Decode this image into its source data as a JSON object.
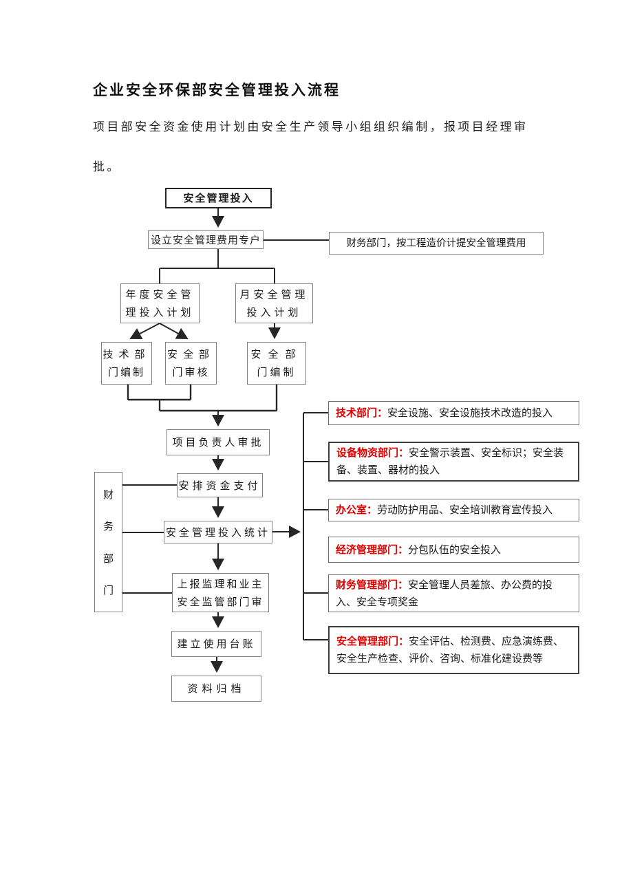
{
  "page": {
    "title": "企业安全环保部安全管理投入流程",
    "intro_line1": "项目部安全资金使用计划由安全生产领导小组组织编制，报项目经理审",
    "intro_line2": "批。"
  },
  "flowchart": {
    "nodes": {
      "start": "安全管理投入",
      "setup_account": "设立安全管理费用专户",
      "finance_note": "财务部门，按工程造价计提安全管理费用",
      "annual_plan_l1": "年度安全管",
      "annual_plan_l2": "理投入计划",
      "monthly_plan_l1": "月安全管理",
      "monthly_plan_l2": "投入计划",
      "tech_prepare_l1": "技术部",
      "tech_prepare_l2": "门编制",
      "safety_review_l1": "安全部",
      "safety_review_l2": "门审核",
      "safety_prepare_l1": "安全部",
      "safety_prepare_l2": "门编制",
      "manager_approve": "项目负责人审批",
      "arrange_payment": "安排资金支付",
      "investment_stats": "安全管理投入统计",
      "report_l1": "上报监理和业主",
      "report_l2": "安全监管部门审",
      "ledger": "建立使用台账",
      "archive": "资料归档",
      "finance_dept": [
        "财",
        "务",
        "部",
        "门"
      ]
    },
    "departments": [
      {
        "name": "技术部门：",
        "desc": "安全设施、安全设施技术改造的投入"
      },
      {
        "name": "设备物资部门：",
        "desc": "安全警示装置、安全标识；安全装备、装置、器材的投入"
      },
      {
        "name": "办公室：",
        "desc": "劳动防护用品、安全培训教育宣传投入"
      },
      {
        "name": "经济管理部门：",
        "desc": "分包队伍的安全投入"
      },
      {
        "name": "财务管理部门：",
        "desc": "安全管理人员差旅、办公费的投入、安全专项奖金"
      },
      {
        "name": "安全管理部门：",
        "desc": "安全评估、检测费、应急演练费、安全生产检查、评价、咨询、标准化建设费等"
      }
    ],
    "colors": {
      "accent_red": "#e00000",
      "line": "#262626",
      "box_border": "#808080"
    }
  }
}
